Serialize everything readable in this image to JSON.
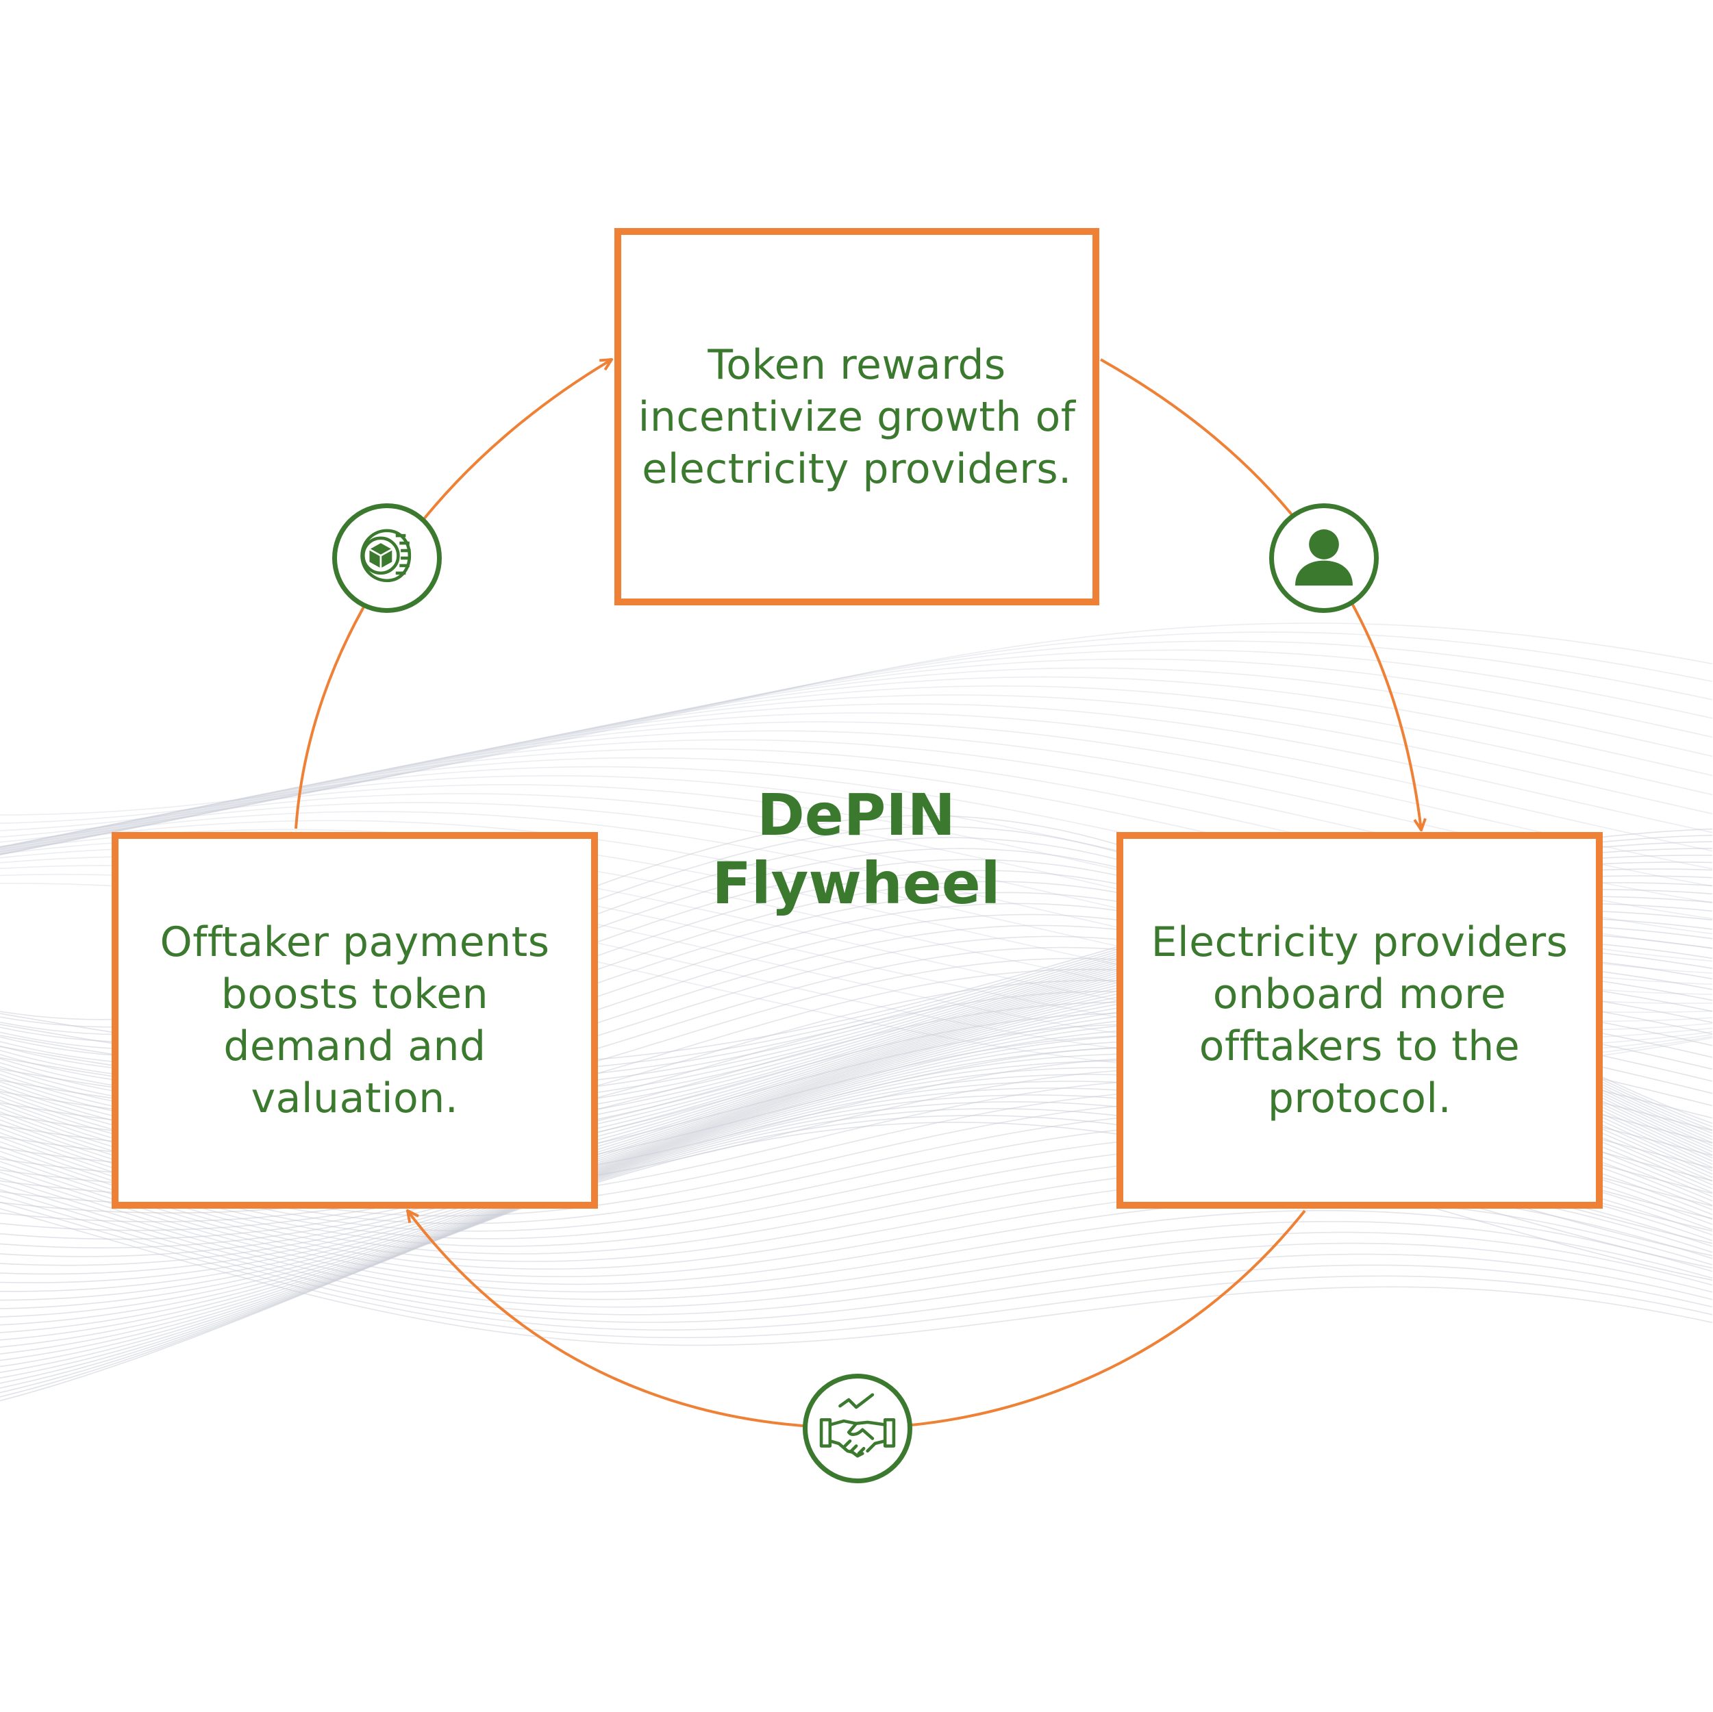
{
  "diagram": {
    "title": "DePIN\nFlywheel",
    "steps": [
      {
        "id": "top",
        "text": "Token rewards\nincentivize growth of\nelectricity providers."
      },
      {
        "id": "right",
        "text": "Electricity providers\nonboard more\nofftakers to the\nprotocol."
      },
      {
        "id": "left",
        "text": "Offtaker payments\nboosts token\ndemand and\nvaluation."
      }
    ],
    "icons": [
      {
        "name": "token-coin-icon",
        "between": "left-to-top"
      },
      {
        "name": "user-icon",
        "between": "top-to-right"
      },
      {
        "name": "handshake-icon",
        "between": "right-to-left"
      }
    ]
  },
  "colors": {
    "accent": "#EF8136",
    "brand": "#3B7A2E",
    "background_lines": "#C9CCD6"
  }
}
